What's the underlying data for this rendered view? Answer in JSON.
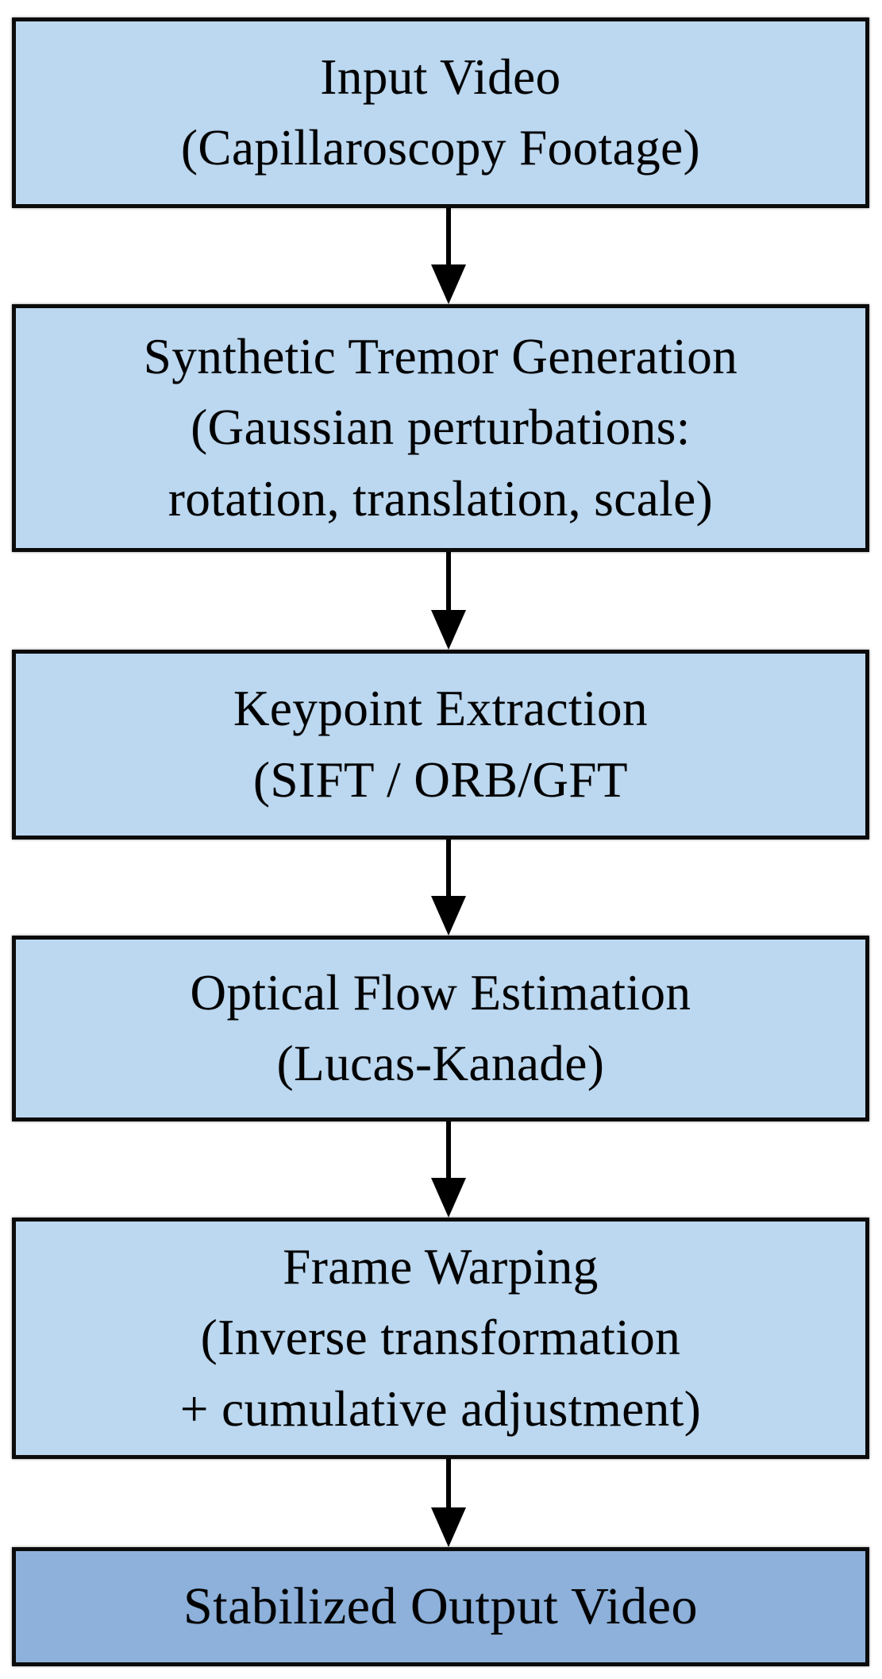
{
  "figure": {
    "type": "flowchart",
    "direction": "top-down",
    "node_count": 6,
    "arrow_count": 5
  },
  "colors": {
    "node_fill": "#bcd8f0",
    "final_node_fill": "#8db1db",
    "node_border": "#0b0b0b",
    "arrow": "#000000",
    "background": "#ffffff",
    "text": "#000000"
  },
  "boxes": [
    {
      "id": "input-video",
      "lines": [
        "Input Video",
        "(Capillaroscopy Footage)"
      ]
    },
    {
      "id": "synthetic-tremor-generation",
      "lines": [
        "Synthetic Tremor Generation",
        "(Gaussian perturbations:",
        "rotation, translation, scale)"
      ]
    },
    {
      "id": "keypoint-extraction",
      "lines": [
        "Keypoint Extraction",
        "(SIFT / ORB/GFT"
      ]
    },
    {
      "id": "optical-flow-estimation",
      "lines": [
        "Optical Flow Estimation",
        "(Lucas-Kanade)"
      ]
    },
    {
      "id": "frame-warping",
      "lines": [
        "Frame Warping",
        "(Inverse transformation",
        "+ cumulative adjustment)"
      ]
    },
    {
      "id": "stabilized-output-video",
      "lines": [
        "Stabilized Output Video"
      ]
    }
  ]
}
